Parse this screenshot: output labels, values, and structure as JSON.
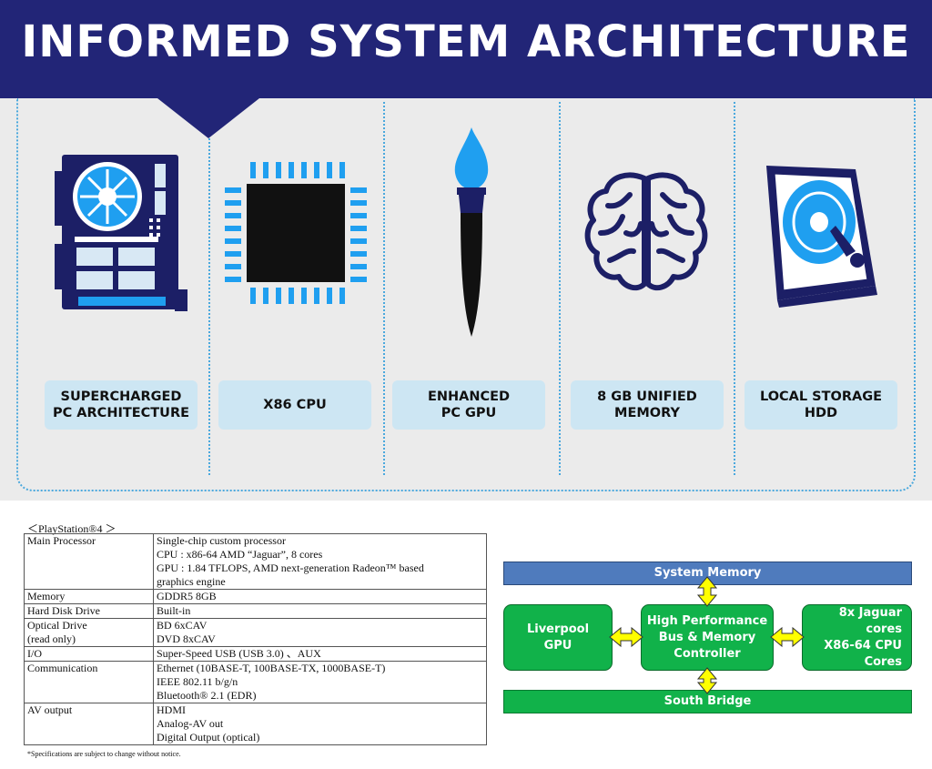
{
  "banner": {
    "title": "INFORMED SYSTEM ARCHITECTURE"
  },
  "colors": {
    "banner": "#222577",
    "dotted": "#4aa8dd",
    "label_bg": "#cde6f3",
    "icon_blue": "#1f9ff0",
    "icon_navy": "#1c1f66",
    "diagram_green": "#11b24a",
    "diagram_blue": "#4f7bbd",
    "arrow_yellow": "#ffff00"
  },
  "features": [
    {
      "line1": "SUPERCHARGED",
      "line2": "PC ARCHITECTURE",
      "icon": "motherboard-icon"
    },
    {
      "line1": "X86 CPU",
      "line2": "",
      "icon": "cpu-chip-icon"
    },
    {
      "line1": "ENHANCED",
      "line2": "PC GPU",
      "icon": "paintbrush-icon"
    },
    {
      "line1": "8 GB UNIFIED",
      "line2": "MEMORY",
      "icon": "brain-icon"
    },
    {
      "line1": "LOCAL STORAGE",
      "line2": "HDD",
      "icon": "hard-drive-icon"
    }
  ],
  "spec": {
    "heading": "＜PlayStation®4 ＞",
    "rows": [
      {
        "key": [
          "Main Processor"
        ],
        "val": [
          "Single-chip custom processor",
          "CPU :  x86-64 AMD “Jaguar”,  8 cores",
          "GPU : 1.84 TFLOPS,  AMD next-generation Radeon™ based",
          "graphics engine"
        ]
      },
      {
        "key": [
          "Memory"
        ],
        "val": [
          "GDDR5 8GB"
        ]
      },
      {
        "key": [
          "Hard Disk Drive"
        ],
        "val": [
          "Built-in"
        ]
      },
      {
        "key": [
          "Optical Drive",
          "(read only)"
        ],
        "val": [
          "BD 6xCAV",
          "DVD 8xCAV"
        ]
      },
      {
        "key": [
          "I/O"
        ],
        "val": [
          "Super-Speed USB (USB 3.0) 、AUX"
        ]
      },
      {
        "key": [
          "Communication"
        ],
        "val": [
          "Ethernet (10BASE-T, 100BASE-TX, 1000BASE-T)",
          "IEEE 802.11 b/g/n",
          "Bluetooth® 2.1 (EDR)"
        ]
      },
      {
        "key": [
          "AV output"
        ],
        "val": [
          "HDMI",
          "Analog-AV out",
          "Digital Output (optical)"
        ]
      }
    ],
    "note": "*Specifications are subject to change without notice."
  },
  "diagram": {
    "system_memory": "System Memory",
    "gpu": [
      "Liverpool",
      "GPU"
    ],
    "bus": [
      "High Performance",
      "Bus & Memory",
      "Controller"
    ],
    "cpu": [
      "8x Jaguar cores",
      "X86-64 CPU",
      "Cores"
    ],
    "south_bridge": "South Bridge"
  }
}
